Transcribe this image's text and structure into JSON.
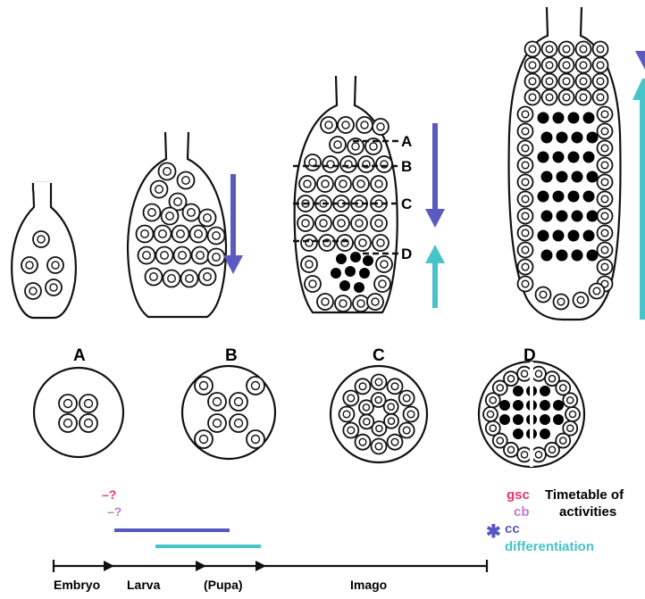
{
  "sections": [
    "A",
    "B",
    "C",
    "D"
  ],
  "cut_labels": [
    "A",
    "B",
    "C",
    "D"
  ],
  "timeline": {
    "stages": [
      "Embryo",
      "Larva",
      "(Pupa)",
      "Imago"
    ],
    "question_marks": [
      "–?",
      "–?"
    ]
  },
  "legend": {
    "gsc": "gsc",
    "cb": "cb",
    "cc": "cc",
    "cc_symbol": "✱",
    "differentiation": "differentiation",
    "timetable_line1": "Timetable of",
    "timetable_line2": "activities"
  },
  "colors": {
    "gsc": "#e8336f",
    "cb": "#c07ad0",
    "cc": "#5757c2",
    "differentiation": "#47c4c8",
    "blue_arrow": "#5a5ac0",
    "cyan_arrow": "#47c4c8"
  }
}
